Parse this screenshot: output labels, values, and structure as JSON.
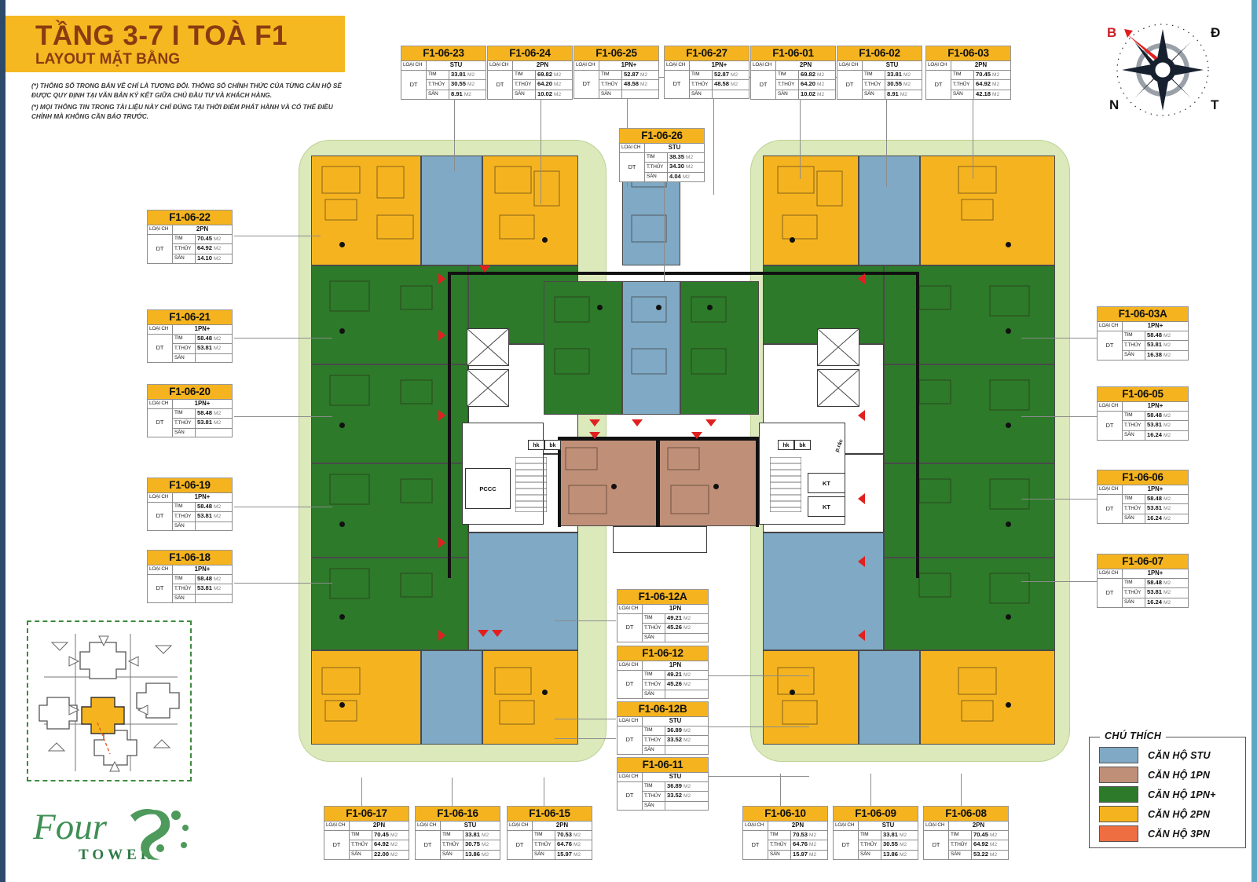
{
  "header": {
    "title": "TẦNG 3-7  I  TOÀ F1",
    "subtitle": "LAYOUT MẶT BẰNG",
    "disclaimer_1": "(*) THÔNG SỐ TRONG BẢN VẼ CHỈ LÀ TƯƠNG ĐỐI. THÔNG SỐ CHÍNH THỨC CỦA TỪNG CĂN HỘ SẼ ĐƯỢC QUY ĐỊNH TẠI VĂN BẢN KÝ KẾT GIỮA CHỦ ĐẦU TƯ VÀ KHÁCH HÀNG.",
    "disclaimer_2": "(*)  MỌI THÔNG TIN TRONG TÀI LIỆU NÀY CHỈ  ĐÚNG TẠI THỜI ĐIỂM PHÁT HÀNH VÀ CÓ THỂ ĐIỀU CHỈNH MÀ KHÔNG CẦN BÁO TRƯỚC."
  },
  "compass": {
    "north": "B",
    "east": "Đ",
    "south": "N",
    "west": "T"
  },
  "brand": {
    "name": "Four",
    "sub": "TOWER"
  },
  "table_labels": {
    "loai_ch": "LOẠI CH",
    "dt": "DT",
    "tim": "TIM",
    "tthuy": "T.THỦY",
    "san": "SÀN",
    "unit": "M2"
  },
  "legend": {
    "title": "CHÚ THÍCH",
    "items": [
      {
        "label": "CĂN HỘ STU",
        "color": "#7fa9c4"
      },
      {
        "label": "CĂN HỘ 1PN",
        "color": "#c08f78"
      },
      {
        "label": "CĂN HỘ 1PN+",
        "color": "#2d7a2a"
      },
      {
        "label": "CĂN HỘ 2PN",
        "color": "#f5b41f"
      },
      {
        "label": "CĂN HỘ 3PN",
        "color": "#ee6d41"
      }
    ]
  },
  "plan_labels": {
    "pccc": "PCCC",
    "kt1": "KT",
    "kt2": "KT",
    "hk_l": "hk",
    "bk_l": "bk",
    "hk_r": "hk",
    "bk_r": "bk",
    "prac": "p.rác"
  },
  "units": {
    "u23": {
      "code": "F1-06-23",
      "type": "STU",
      "tim": "33.81",
      "tthuy": "30.55",
      "san": "8.91"
    },
    "u24": {
      "code": "F1-06-24",
      "type": "2PN",
      "tim": "69.82",
      "tthuy": "64.20",
      "san": "10.02"
    },
    "u25": {
      "code": "F1-06-25",
      "type": "1PN+",
      "tim": "52.87",
      "tthuy": "48.58",
      "san": ""
    },
    "u27": {
      "code": "F1-06-27",
      "type": "1PN+",
      "tim": "52.87",
      "tthuy": "48.58",
      "san": ""
    },
    "u01": {
      "code": "F1-06-01",
      "type": "2PN",
      "tim": "69.82",
      "tthuy": "64.20",
      "san": "10.02"
    },
    "u02": {
      "code": "F1-06-02",
      "type": "STU",
      "tim": "33.81",
      "tthuy": "30.55",
      "san": "8.91"
    },
    "u03": {
      "code": "F1-06-03",
      "type": "2PN",
      "tim": "70.45",
      "tthuy": "64.92",
      "san": "42.18"
    },
    "u26": {
      "code": "F1-06-26",
      "type": "STU",
      "tim": "38.35",
      "tthuy": "34.30",
      "san": "4.04"
    },
    "u22": {
      "code": "F1-06-22",
      "type": "2PN",
      "tim": "70.45",
      "tthuy": "64.92",
      "san": "14.10"
    },
    "u21": {
      "code": "F1-06-21",
      "type": "1PN+",
      "tim": "58.48",
      "tthuy": "53.81",
      "san": ""
    },
    "u20": {
      "code": "F1-06-20",
      "type": "1PN+",
      "tim": "58.48",
      "tthuy": "53.81",
      "san": ""
    },
    "u19": {
      "code": "F1-06-19",
      "type": "1PN+",
      "tim": "58.48",
      "tthuy": "53.81",
      "san": ""
    },
    "u18": {
      "code": "F1-06-18",
      "type": "1PN+",
      "tim": "58.48",
      "tthuy": "53.81",
      "san": ""
    },
    "u03a": {
      "code": "F1-06-03A",
      "type": "1PN+",
      "tim": "58.48",
      "tthuy": "53.81",
      "san": "16.38"
    },
    "u05": {
      "code": "F1-06-05",
      "type": "1PN+",
      "tim": "58.48",
      "tthuy": "53.81",
      "san": "16.24"
    },
    "u06": {
      "code": "F1-06-06",
      "type": "1PN+",
      "tim": "58.48",
      "tthuy": "53.81",
      "san": "16.24"
    },
    "u07": {
      "code": "F1-06-07",
      "type": "1PN+",
      "tim": "58.48",
      "tthuy": "53.81",
      "san": "16.24"
    },
    "u12a": {
      "code": "F1-06-12A",
      "type": "1PN",
      "tim": "49.21",
      "tthuy": "45.26",
      "san": ""
    },
    "u12": {
      "code": "F1-06-12",
      "type": "1PN",
      "tim": "49.21",
      "tthuy": "45.26",
      "san": ""
    },
    "u12b": {
      "code": "F1-06-12B",
      "type": "STU",
      "tim": "36.89",
      "tthuy": "33.52",
      "san": ""
    },
    "u11": {
      "code": "F1-06-11",
      "type": "STU",
      "tim": "36.89",
      "tthuy": "33.52",
      "san": ""
    },
    "u17": {
      "code": "F1-06-17",
      "type": "2PN",
      "tim": "70.45",
      "tthuy": "64.92",
      "san": "22.00"
    },
    "u16": {
      "code": "F1-06-16",
      "type": "STU",
      "tim": "33.81",
      "tthuy": "30.75",
      "san": "13.86"
    },
    "u15": {
      "code": "F1-06-15",
      "type": "2PN",
      "tim": "70.53",
      "tthuy": "64.76",
      "san": "15.97"
    },
    "u10": {
      "code": "F1-06-10",
      "type": "2PN",
      "tim": "70.53",
      "tthuy": "64.76",
      "san": "15.97"
    },
    "u09": {
      "code": "F1-06-09",
      "type": "STU",
      "tim": "33.81",
      "tthuy": "30.55",
      "san": "13.86"
    },
    "u08": {
      "code": "F1-06-08",
      "type": "2PN",
      "tim": "70.45",
      "tthuy": "64.92",
      "san": "53.22"
    }
  }
}
